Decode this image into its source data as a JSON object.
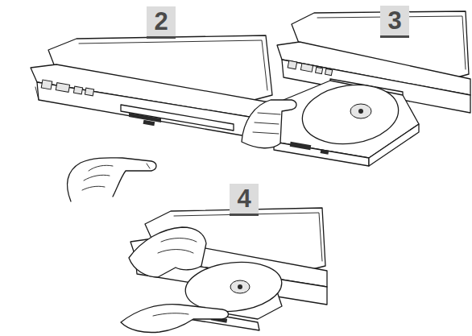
{
  "diagram": {
    "nodes": [
      {
        "text": [
          "2"
        ]
      },
      {
        "text": [
          "3"
        ]
      },
      {
        "text": [
          "4"
        ]
      }
    ]
  }
}
